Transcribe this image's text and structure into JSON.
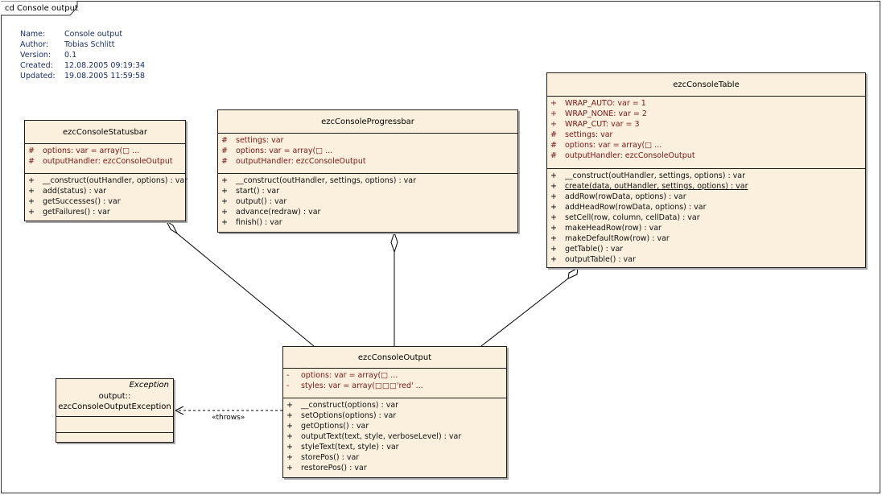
{
  "diagram": {
    "frame_label": "cd Console output",
    "meta": [
      {
        "key": "Name:",
        "value": "Console output"
      },
      {
        "key": "Author:",
        "value": "Tobias Schlitt"
      },
      {
        "key": "Version:",
        "value": "0.1"
      },
      {
        "key": "Created:",
        "value": "12.08.2005 09:19:34"
      },
      {
        "key": "Updated:",
        "value": "19.08.2005 11:59:58"
      }
    ],
    "colors": {
      "class_fill": "#faf0dd",
      "attribute_text": "#7a1616",
      "meta_text": "#1a2f6a",
      "border": "#1c1c1c"
    }
  },
  "statusbar": {
    "name": "ezcConsoleStatusbar",
    "attributes": [
      {
        "vis": "#",
        "text": "options:  var = array(□         ..."
      },
      {
        "vis": "#",
        "text": "outputHandler:  ezcConsoleOutput"
      }
    ],
    "operations": [
      {
        "vis": "+",
        "text": "__construct(outHandler, options) : var"
      },
      {
        "vis": "+",
        "text": "add(status) : var"
      },
      {
        "vis": "+",
        "text": "getSuccesses() : var"
      },
      {
        "vis": "+",
        "text": "getFailures() : var"
      }
    ]
  },
  "progressbar": {
    "name": "ezcConsoleProgressbar",
    "attributes": [
      {
        "vis": "#",
        "text": "settings:  var"
      },
      {
        "vis": "#",
        "text": "options:  var = array(□          ..."
      },
      {
        "vis": "#",
        "text": "outputHandler:  ezcConsoleOutput"
      }
    ],
    "operations": [
      {
        "vis": "+",
        "text": "__construct(outHandler, settings, options) : var"
      },
      {
        "vis": "+",
        "text": "start() : var"
      },
      {
        "vis": "+",
        "text": "output() : var"
      },
      {
        "vis": "+",
        "text": "advance(redraw) : var"
      },
      {
        "vis": "+",
        "text": "finish() : var"
      }
    ]
  },
  "table": {
    "name": "ezcConsoleTable",
    "attributes": [
      {
        "vis": "+",
        "text": "WRAP_AUTO:  var = 1"
      },
      {
        "vis": "+",
        "text": "WRAP_NONE:  var = 2"
      },
      {
        "vis": "+",
        "text": "WRAP_CUT:  var = 3"
      },
      {
        "vis": "#",
        "text": "settings:  var"
      },
      {
        "vis": "#",
        "text": "options:  var = array(□         ..."
      },
      {
        "vis": "#",
        "text": "outputHandler:  ezcConsoleOutput"
      }
    ],
    "operations": [
      {
        "vis": "+",
        "text": "__construct(outHandler, settings, options) : var"
      },
      {
        "vis": "+",
        "text": "create(data, outHandler, settings, options) : var",
        "static": true
      },
      {
        "vis": "+",
        "text": "addRow(rowData, options) : var"
      },
      {
        "vis": "+",
        "text": "addHeadRow(rowData, options) : var"
      },
      {
        "vis": "+",
        "text": "setCell(row, column, cellData) : var"
      },
      {
        "vis": "+",
        "text": "makeHeadRow(row) : var"
      },
      {
        "vis": "+",
        "text": "makeDefaultRow(row) : var"
      },
      {
        "vis": "+",
        "text": "getTable() : var"
      },
      {
        "vis": "+",
        "text": "outputTable() : var"
      }
    ]
  },
  "output": {
    "name": "ezcConsoleOutput",
    "attributes": [
      {
        "vis": "-",
        "text": "options:  var = array(□          ..."
      },
      {
        "vis": "-",
        "text": "styles:  var = array(□□□'red' ..."
      }
    ],
    "operations": [
      {
        "vis": "+",
        "text": "__construct(options) : var"
      },
      {
        "vis": "+",
        "text": "setOptions(options) : var"
      },
      {
        "vis": "+",
        "text": "getOptions() : var"
      },
      {
        "vis": "+",
        "text": "outputText(text, style, verboseLevel) : var"
      },
      {
        "vis": "+",
        "text": "styleText(text, style) : var"
      },
      {
        "vis": "+",
        "text": "storePos() : var"
      },
      {
        "vis": "+",
        "text": "restorePos() : var"
      }
    ]
  },
  "exception": {
    "stereotype": "Exception",
    "name_line1": "output::",
    "name_line2": "ezcConsoleOutputException"
  },
  "relations": {
    "throws_label": "«throws»"
  }
}
